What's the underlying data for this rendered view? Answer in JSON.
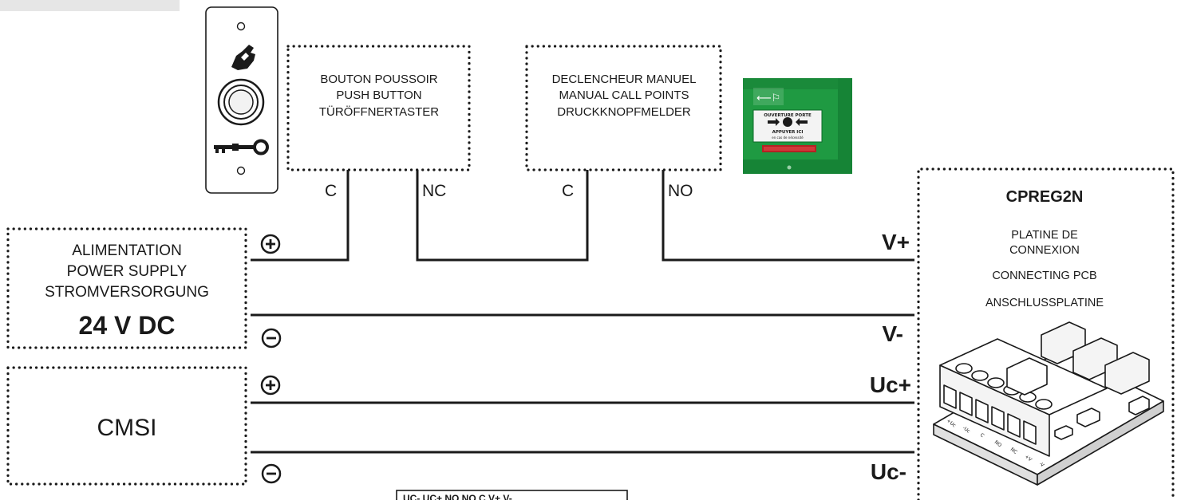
{
  "push_button": {
    "line1": "BOUTON POUSSOIR",
    "line2": "PUSH BUTTON",
    "line3": "TÜRÖFFNERTASTER",
    "term_c": "C",
    "term_nc": "NC"
  },
  "call_point": {
    "line1": "DECLENCHEUR MANUEL",
    "line2": "MANUAL CALL POINTS",
    "line3": "DRUCKKNOPFMELDER",
    "term_c": "C",
    "term_no": "NO",
    "device_text_top": "OUVERTURE PORTE",
    "device_text_mid": "APPUYER ICI",
    "device_text_small": "en cas de nécessité"
  },
  "power_supply": {
    "line1": "ALIMENTATION",
    "line2": "POWER SUPPLY",
    "line3": "STROMVERSORGUNG",
    "voltage": "24 V DC"
  },
  "cmsi": {
    "label": "CMSI"
  },
  "pcb": {
    "title": "CPREG2N",
    "line1": "PLATINE DE",
    "line2": "CONNEXION",
    "line3": "CONNECTING PCB",
    "line4": "ANSCHLUSSPLATINE",
    "terminal_labels": [
      "+Uc",
      "-Uc",
      "C",
      "NO",
      "NC",
      "+V",
      "-V"
    ]
  },
  "rails": {
    "v_plus": "V+",
    "v_minus": "V-",
    "uc_plus": "Uc+",
    "uc_minus": "Uc-"
  },
  "bottom_strip": "UC- UC+ NO NO C V+ V-"
}
